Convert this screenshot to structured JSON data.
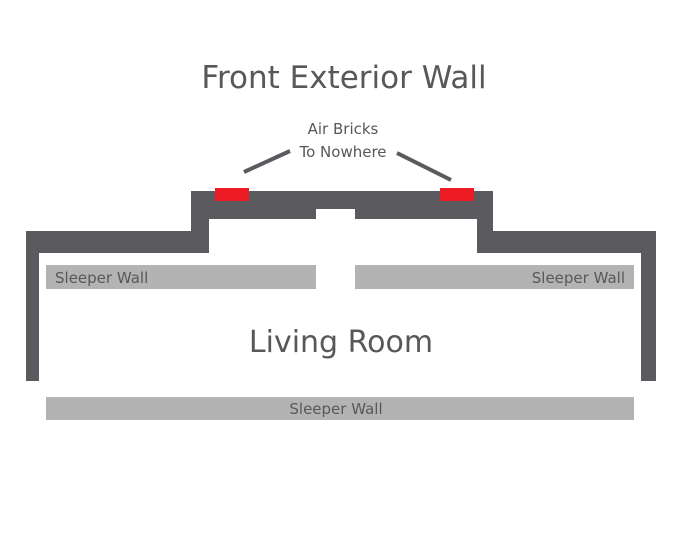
{
  "title": "Front Exterior Wall",
  "annotation": {
    "line1": "Air Bricks",
    "line2": "To Nowhere"
  },
  "room_label": "Living Room",
  "sleeper_walls": {
    "top_left": "Sleeper Wall",
    "top_right": "Sleeper Wall",
    "bottom": "Sleeper Wall"
  },
  "colors": {
    "wall": "#5b5a5e",
    "sleeper": "#b3b3b3",
    "air_brick": "#ed1c24",
    "text": "#58585a"
  }
}
